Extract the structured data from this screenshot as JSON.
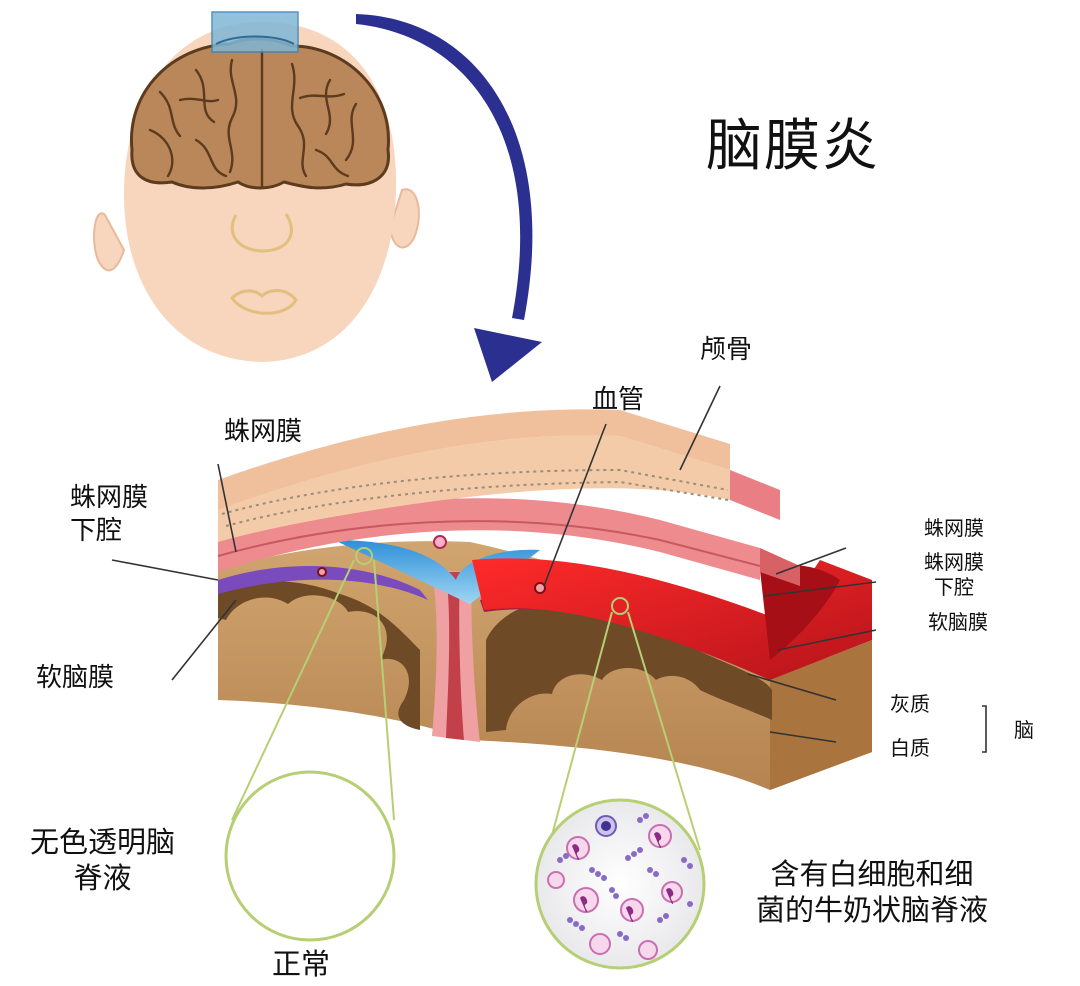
{
  "title": "脑膜炎",
  "labels": {
    "skull": "颅骨",
    "blood_vessel": "血管",
    "arachnoid_left": "蛛网膜",
    "subarachnoid_left": "蛛网膜\n下腔",
    "pia_left": "软脑膜",
    "arachnoid_right": "蛛网膜",
    "subarachnoid_right": "蛛网膜\n下腔",
    "pia_right": "软脑膜",
    "gray_matter": "灰质",
    "white_matter": "白质",
    "brain": "脑",
    "normal_csf": "无色透明脑\n脊液",
    "normal": "正常",
    "infected_csf": "含有白细胞和细\n菌的牛奶状脑脊液"
  },
  "colors": {
    "skin": "#f7d6bd",
    "brain": "#b9875a",
    "arrow": "#2b2f8f",
    "skull": "#f3cba9",
    "dura": "#ee8b8e",
    "inflamed": "#e0161f",
    "csf_clear": "#5fb8e6",
    "white_matter": "#c89a62",
    "gray_matter": "#6f4a26",
    "lens_outline": "#b6cf74"
  },
  "icons": [
    "head-icon",
    "brain-icon",
    "arrow-icon",
    "bacteria-icon",
    "white-cell-icon"
  ]
}
